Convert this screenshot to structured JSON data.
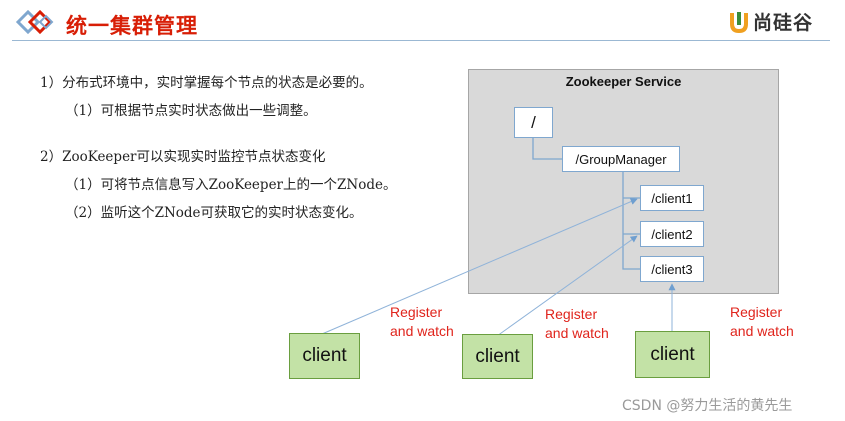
{
  "header": {
    "title": "统一集群管理",
    "brand": "尚硅谷"
  },
  "points": {
    "p1": "1）分布式环境中，实时掌握每个节点的状态是必要的。",
    "p1_sub": "（1）可根据节点实时状态做出一些调整。",
    "p2": "2）ZooKeeper可以实现实时监控节点状态变化",
    "p2_sub1": "（1）可将节点信息写入ZooKeeper上的一个ZNode。",
    "p2_sub2": "（2）监听这个ZNode可获取它的实时状态变化。"
  },
  "diagram": {
    "service_title": "Zookeeper Service",
    "root": "/",
    "group": "/GroupManager",
    "children": [
      "/client1",
      "/client2",
      "/client3"
    ],
    "clients": [
      "client",
      "client",
      "client"
    ],
    "register_labels": [
      {
        "line1": "Register",
        "line2": "and watch"
      },
      {
        "line1": "Register",
        "line2": "and watch"
      },
      {
        "line1": "Register",
        "line2": "and watch"
      }
    ]
  },
  "watermark": "CSDN @努力生活的黄先生",
  "colors": {
    "title": "#d81e06",
    "service_bg": "#d9d9d9",
    "client_fill": "#c3e2a6",
    "client_border": "#6a9e3f",
    "node_border": "#7fa7cf",
    "arrow": "#8fb3d9",
    "label": "#e0241c"
  }
}
